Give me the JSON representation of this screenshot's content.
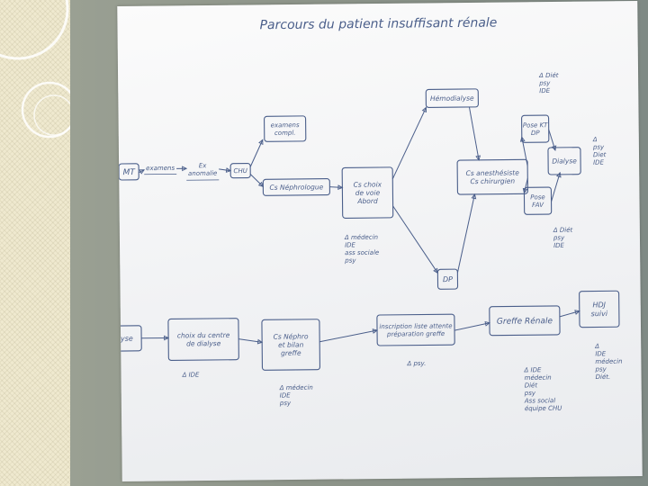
{
  "title": "Parcours du patient insuffisant rénale",
  "colors": {
    "ink": "#4a5e8a",
    "paper": "#f4f5f7",
    "slide_strip": "#efe9cf"
  },
  "nodes": {
    "mt": "MT",
    "examens": "examens",
    "examens_2": "Ex\nanomalie",
    "chu": "CHU",
    "examens_compl": "examens\ncompl.",
    "cs_nephro": "Cs Néphrologue",
    "choix_voie": "Cs choix\nde voie\nAbord",
    "hemodialyse": "Hémodialyse",
    "cs_anesth": "Cs anesthésiste\nCs chirurgien",
    "pose_kt": "Pose KT\nDP",
    "fav": "Pose\nFAV",
    "dialyse_right": "Dialyse",
    "dp": "DP",
    "dialyse_left": "Dialyse",
    "choix_centre": "choix du centre\nde dialyse",
    "cs_nephro_bilan": "Cs Néphro\net bilan\ngreffe",
    "inscription": "inscription liste attente\npréparation greffe",
    "greffe": "Greffe Rénale",
    "hdj": "HDJ\nsuivi"
  },
  "annotations": {
    "top_right": "Δ Diét\npsy\nIDE",
    "right_mid": "Δ\npsy\nDiet\nIDE",
    "fav_below": "Δ Diét\npsy\nIDE",
    "choix_voie_below": "Δ médecin\nIDE\nass sociale\npsy",
    "centre_below": "Δ IDE",
    "nephro_bilan_below": "Δ médecin\nIDE\npsy",
    "inscription_below": "Δ psy.",
    "greffe_below": "Δ IDE\nmédecin\nDiét\npsy\nAss social\néquipe CHU",
    "hdj_below": "Δ\nIDE\nmédecin\npsy\nDiét."
  }
}
